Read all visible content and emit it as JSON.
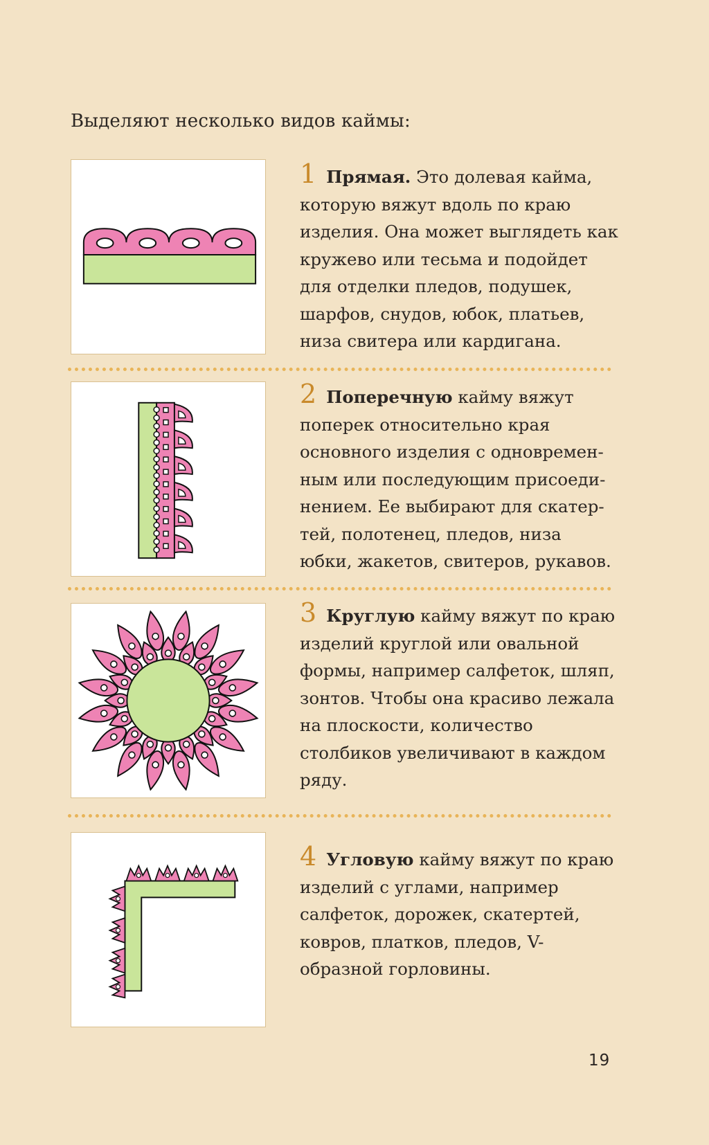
{
  "intro": "Выделяют несколько видов каймы:",
  "sections": [
    {
      "number": "1",
      "term": "Прямая.",
      "text": " Это долевая кайма, которую вяжут вдоль по краю изделия. Она может выглядеть как кружево или тесьма и подойдет для отделки пледов, подушек, шарфов, снудов, юбок, платьев, низа свитера или кардигана."
    },
    {
      "number": "2",
      "term": "Поперечную",
      "text": " кайму вяжут поперек относительно края основного изделия с одновремен­ным или последующим присоеди­нением. Ее выбирают для скатер­тей, полотенец, пледов, низа юбки, жакетов, свитеров, рукавов."
    },
    {
      "number": "3",
      "term": "Круглую",
      "text": " кайму вяжут по краю изделий круглой или овальной формы, например салфеток, шляп, зонтов. Чтобы она красиво лежала на плоскости, количество столбиков увеличивают в каждом ряду."
    },
    {
      "number": "4",
      "term": "Угловую",
      "text": " кайму вяжут по краю изделий с углами, например салфе­ток, дорожек, скатертей, ковров, платков, пледов, V-образной горловины."
    }
  ],
  "page_number": "19",
  "colors": {
    "background": "#f3e3c6",
    "accent": "#c98a2b",
    "pink": "#ee83b4",
    "green": "#c9e59a",
    "dots": "#e8b458"
  }
}
